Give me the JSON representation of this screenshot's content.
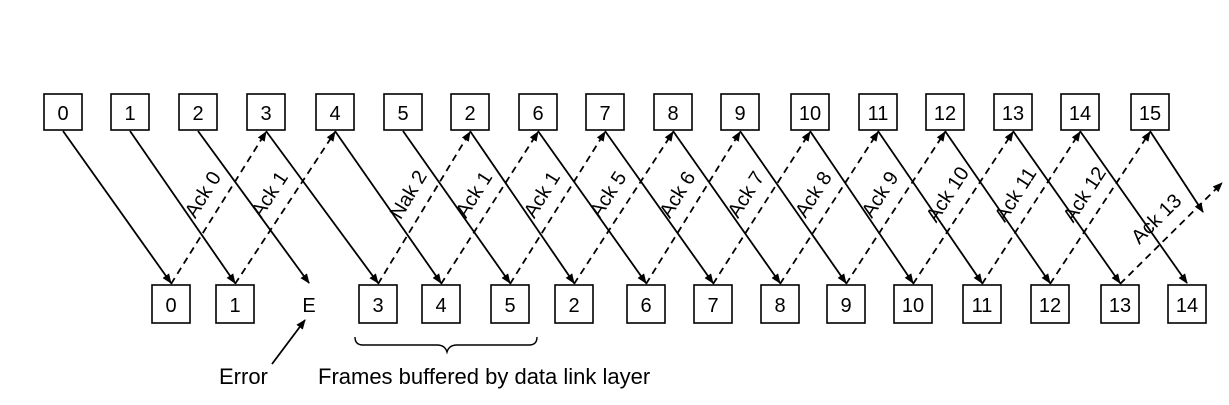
{
  "sender_frames": [
    "0",
    "1",
    "2",
    "3",
    "4",
    "5",
    "2",
    "6",
    "7",
    "8",
    "9",
    "10",
    "11",
    "12",
    "13",
    "14",
    "15"
  ],
  "receiver_frames": [
    "0",
    "1",
    "E",
    "3",
    "4",
    "5",
    "2",
    "6",
    "7",
    "8",
    "9",
    "10",
    "11",
    "12",
    "13",
    "14"
  ],
  "acks": [
    "Ack 0",
    "Ack 1",
    "Nak 2",
    "Ack 1",
    "Ack 1",
    "Ack 5",
    "Ack 6",
    "Ack 7",
    "Ack 8",
    "Ack 9",
    "Ack 10",
    "Ack 11",
    "Ack 12",
    "Ack 13"
  ],
  "error_label": "Error",
  "buffer_label": "Frames buffered by data link layer"
}
